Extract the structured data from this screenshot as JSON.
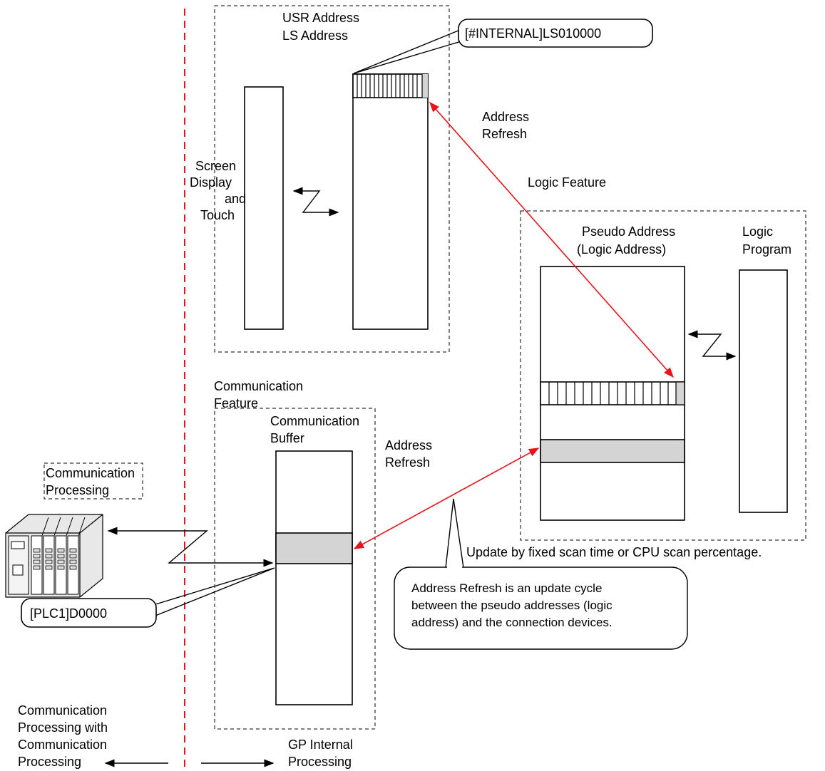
{
  "labels": {
    "usr_address": "USR Address",
    "ls_address": "LS Address",
    "internal_ls_callout": "[#INTERNAL]LS010000",
    "address_refresh_top_1": "Address",
    "address_refresh_top_2": "Refresh",
    "screen_1": "Screen",
    "screen_2": "Display",
    "screen_3": "and",
    "screen_4": "Touch",
    "logic_feature": "Logic Feature",
    "pseudo_address_1": "Pseudo Address",
    "pseudo_address_2": "(Logic Address)",
    "logic_program_1": "Logic",
    "logic_program_2": "Program",
    "comm_feature_1": "Communication",
    "comm_feature_2": "Feature",
    "comm_buffer_1": "Communication",
    "comm_buffer_2": "Buffer",
    "address_refresh_mid_1": "Address",
    "address_refresh_mid_2": "Refresh",
    "comm_processing_1": "Communication",
    "comm_processing_2": "Processing",
    "plc_callout": "[PLC1]D0000",
    "update_note": "Update by fixed scan time or CPU scan percentage.",
    "refresh_note_1": "Address Refresh is an update cycle",
    "refresh_note_2": "between the pseudo addresses (logic",
    "refresh_note_3": "address) and the connection devices.",
    "bottom_left_1": "Communication",
    "bottom_left_2": "Processing with",
    "bottom_left_3": "Communication",
    "bottom_left_4": "Processing",
    "gp_internal_1": "GP Internal",
    "gp_internal_2": "Processing"
  },
  "colors": {
    "refresh_arrow": "#e8141b",
    "boundary_line": "#e8141b",
    "highlight_fill": "#d4d4d4"
  }
}
